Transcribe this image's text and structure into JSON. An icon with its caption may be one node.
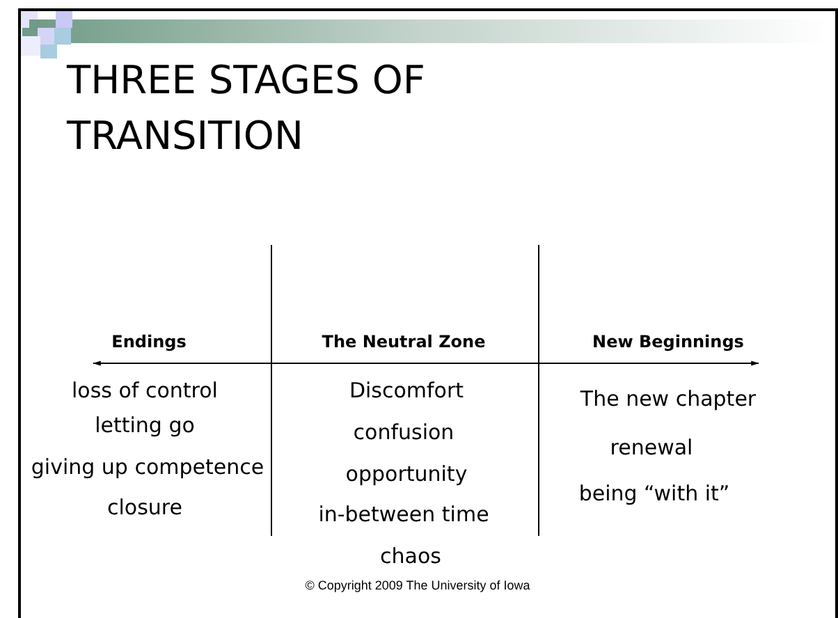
{
  "diagram": {
    "title": "THREE STAGES OF TRANSITION",
    "labels": [
      "Endings",
      "The Neutral Zone",
      "New Beginnings",
      "loss of control",
      "letting go",
      "giving up competence",
      "closure",
      "Discomfort",
      "confusion",
      "opportunity",
      "in-between time",
      "chaos",
      "The new chapter",
      "renewal",
      "being “with it”",
      "© Copyright 2009 The University of Iowa"
    ]
  }
}
